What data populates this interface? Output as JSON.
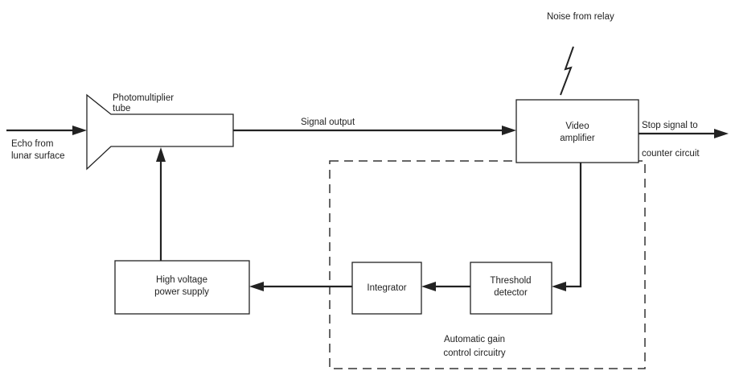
{
  "diagram": {
    "echo_label": [
      "Echo from",
      "lunar surface"
    ],
    "pmt_label": [
      "Photomultiplier",
      "tube"
    ],
    "signal_output": "Signal output",
    "noise_label": "Noise from relay",
    "video_amplifier": [
      "Video",
      "amplifier"
    ],
    "stop_signal": [
      "Stop signal to",
      "counter circuit"
    ],
    "hv_supply": [
      "High voltage",
      "power supply"
    ],
    "integrator": "Integrator",
    "threshold_detector": [
      "Threshold",
      "detector"
    ],
    "agc": [
      "Automatic gain",
      "control circuitry"
    ]
  }
}
